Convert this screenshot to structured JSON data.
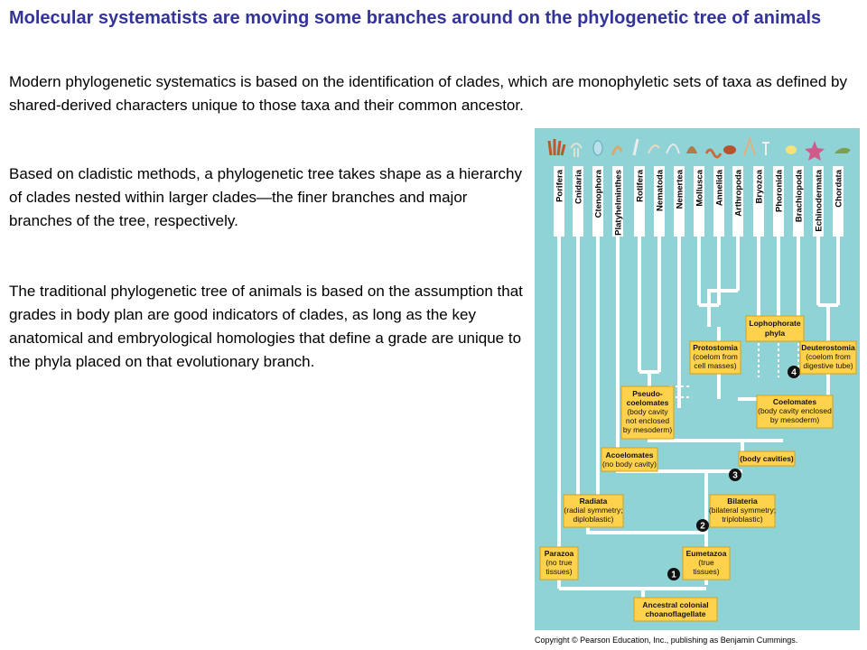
{
  "title": "Molecular systematists are moving some branches around on the phylogenetic tree of animals",
  "paragraphs": {
    "p1": "Modern phylogenetic systematics is based on the identification of clades, which are monophyletic sets of taxa as defined by shared-derived characters unique to those taxa and their common ancestor.",
    "p2": "Based on cladistic methods, a phylogenetic tree takes shape as a hierarchy of clades nested within larger clades—the finer branches and major branches of the tree, respectively.",
    "p3": "The traditional phylogenetic tree of animals is based on the assumption that grades in body plan are good indicators of clades, as long as the key anatomical and embryological homologies that define a grade are unique to the phyla placed on that evolutionary branch."
  },
  "diagram": {
    "background": "#8fd3d6",
    "box_color": "#ffd24d",
    "phyla": [
      "Porifera",
      "Cnidaria",
      "Ctenophora",
      "Platyhelminthes",
      "Rotifera",
      "Nematoda",
      "Nemertea",
      "Mollusca",
      "Annelida",
      "Arthropoda",
      "Bryozoa",
      "Phoronida",
      "Brachiopoda",
      "Echinodermata",
      "Chordata"
    ],
    "labels": {
      "ancestor": [
        "Ancestral colonial",
        "choanoflagellate"
      ],
      "parazoa": [
        "Parazoa",
        "(no true",
        "tissues)"
      ],
      "eumetazoa": [
        "Eumetazoa",
        "(true",
        "tissues)"
      ],
      "radiata": [
        "Radiata",
        "(radial symmetry;",
        "diploblastic)"
      ],
      "bilateria": [
        "Bilateria",
        "(bilateral symmetry;",
        "triploblastic)"
      ],
      "acoelomates": [
        "Acoelomates",
        "(no body cavity)"
      ],
      "body_cavities": [
        "(body cavities)"
      ],
      "pseudocoelomates": [
        "Pseudo-",
        "coelomates",
        "(body cavity",
        "not enclosed",
        "by mesoderm)"
      ],
      "coelomates": [
        "Coelomates",
        "(body cavity enclosed",
        "by mesoderm)"
      ],
      "protostomia": [
        "Protostomia",
        "(coelom from",
        "cell masses)"
      ],
      "deuterostomia": [
        "Deuterostomia",
        "(coelom from",
        "digestive tube)"
      ],
      "lophophorate": [
        "Lophophorate",
        "phyla"
      ]
    },
    "nodes": [
      "1",
      "2",
      "3",
      "4"
    ]
  },
  "copyright": "Copyright © Pearson Education, Inc., publishing as Benjamin Cummings."
}
